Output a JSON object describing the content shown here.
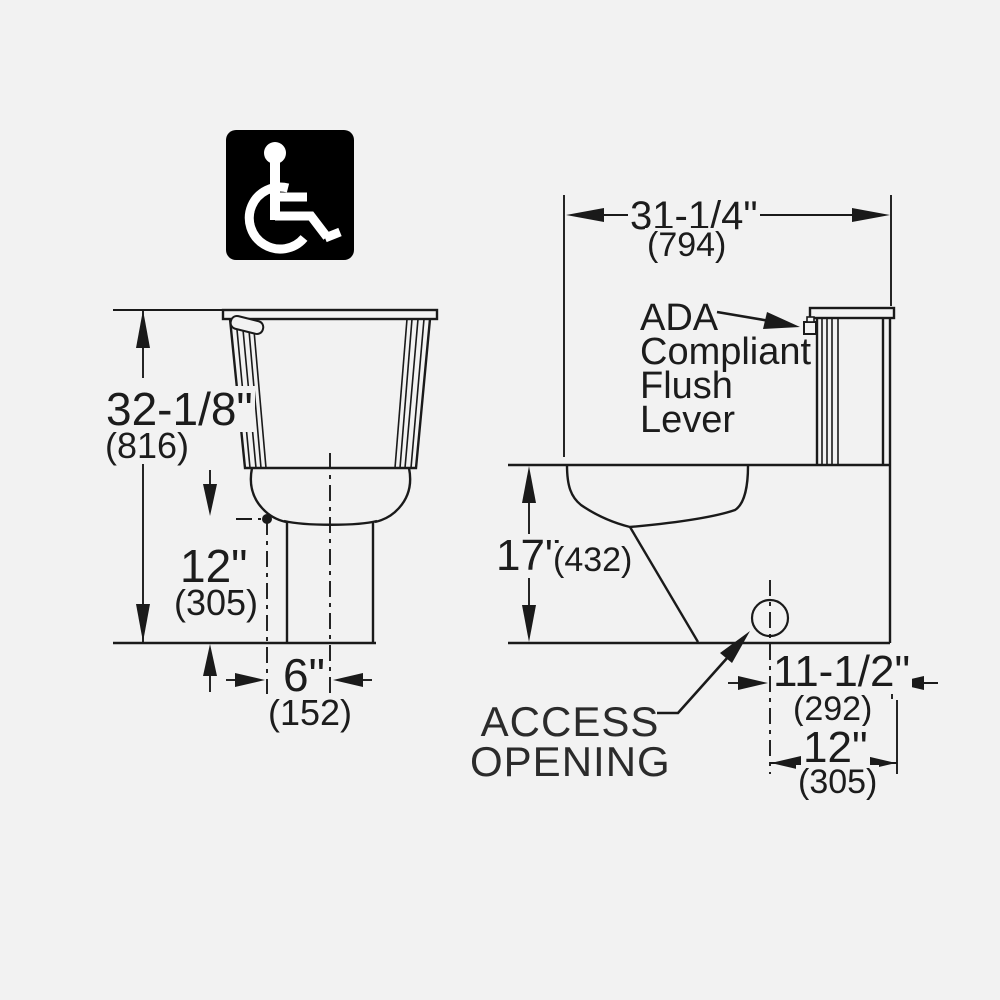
{
  "title": "ADA compliant toilet dimension drawing",
  "colors": {
    "background": "#f2f2f2",
    "line": "#1a1a1a",
    "text": "#1c1c1c",
    "icon_background": "#000000",
    "icon_foreground": "#ffffff"
  },
  "icon": {
    "name": "wheelchair-accessibility-symbol"
  },
  "front_view": {
    "overall_height": {
      "label": "32-1/8\"",
      "mm": "(816)"
    },
    "trap_height": {
      "label": "12\"",
      "mm": "(305)"
    },
    "outlet_offset": {
      "label": "6\"",
      "mm": "(152)"
    }
  },
  "side_view": {
    "overall_depth": {
      "label": "31-1/4\"",
      "mm": "(794)"
    },
    "rim_height": {
      "label": "17\"",
      "mm": "(432)"
    },
    "access_offset": {
      "label": "11-1/2\"",
      "mm": "(292)"
    },
    "rough_in": {
      "label": "12\"",
      "mm": "(305)"
    },
    "flush_lever_note": "ADA\nCompliant\nFlush\nLever",
    "access_note": "ACCESS\nOPENING"
  }
}
